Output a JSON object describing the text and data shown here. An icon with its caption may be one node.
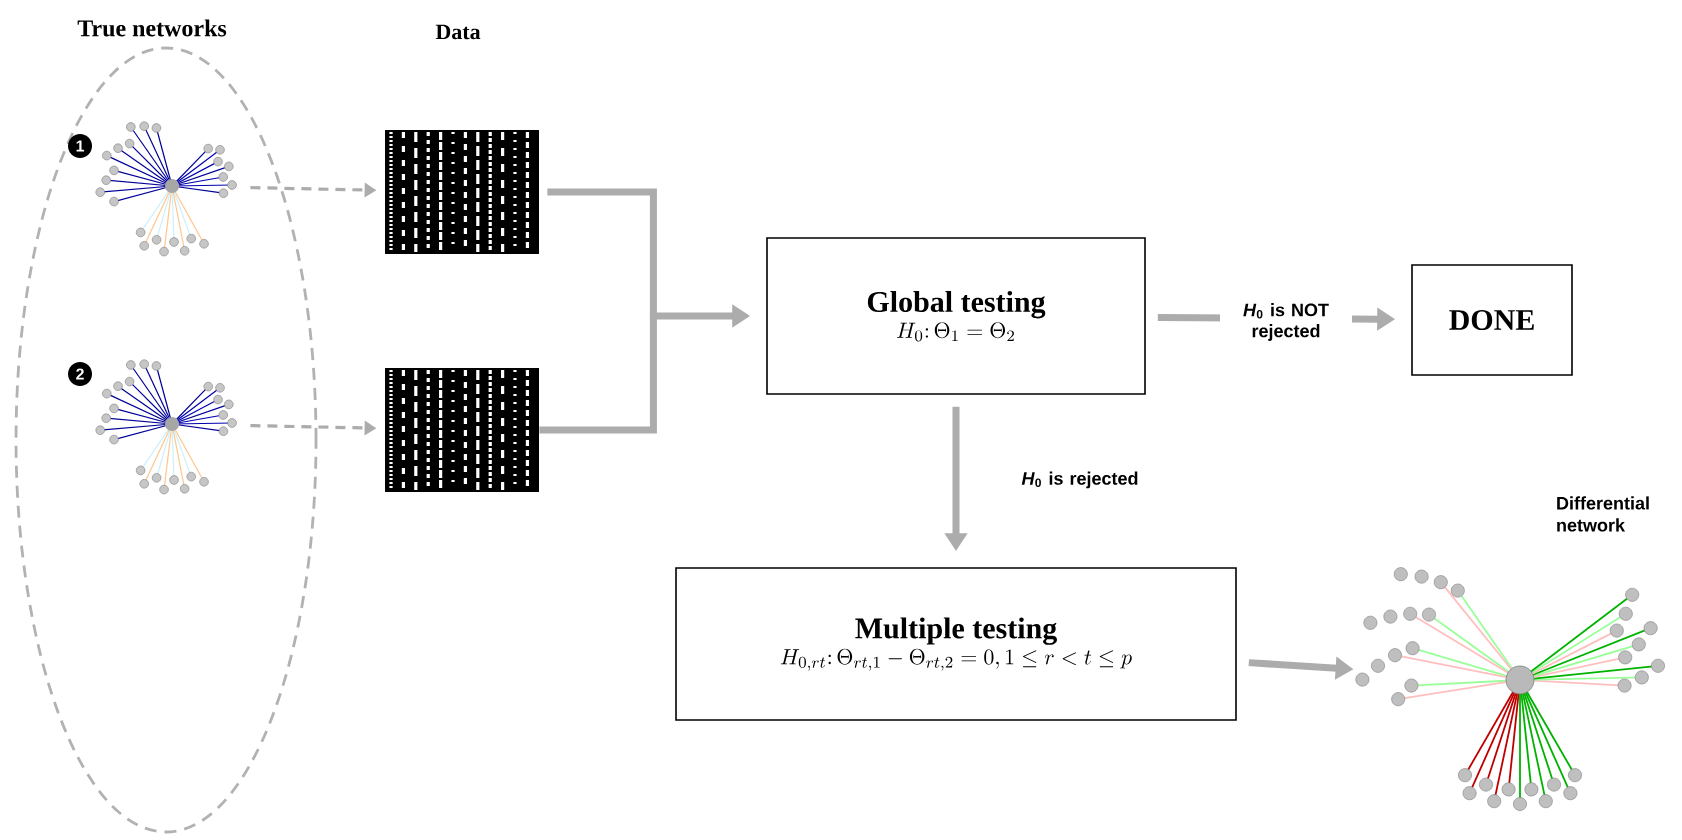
{
  "diagram": {
    "nodes": [
      {
        "text": [
          "True networks"
        ]
      },
      {
        "text": [],
        "shape": "picture",
        "in": 0
      },
      {
        "text": [],
        "shape": "picture",
        "in": 0
      },
      {
        "text": [],
        "shape": "picture"
      },
      {
        "text": [],
        "shape": "picture"
      },
      {
        "text": [
          "Global testing",
          "H_0\\colon \\Theta_1 = \\Theta_2"
        ]
      },
      {
        "text": [
          "DONE"
        ]
      },
      {
        "text": [
          "Multiple testing",
          "H_{0,rt}\\colon \\Theta_{rt,1} - \\Theta_{rt,2} = 0, 1 \\le r < t \\le p"
        ]
      },
      {
        "text": [],
        "shape": "picture",
        "beside": [
          "Differential network"
        ]
      }
    ],
    "edges": [
      {
        "from": 1,
        "to": 3,
        "arrow": "to",
        "style": "dashed"
      },
      {
        "from": 2,
        "to": 4,
        "arrow": "to",
        "style": "dashed"
      },
      {
        "from": 3,
        "to": 5,
        "arrow": "to"
      },
      {
        "from": 4,
        "to": 5,
        "arrow": "to"
      },
      {
        "from": 5,
        "to": 6,
        "arrow": "to",
        "label": "*H*$_{0}$ is NOT rejected"
      },
      {
        "from": 5,
        "to": 7,
        "arrow": "to",
        "label": "*H*$_{0}$ is rejected"
      },
      {
        "from": 7,
        "to": 8,
        "arrow": "to"
      }
    ],
    "labels": [
      "Data",
      "1",
      "2"
    ]
  }
}
